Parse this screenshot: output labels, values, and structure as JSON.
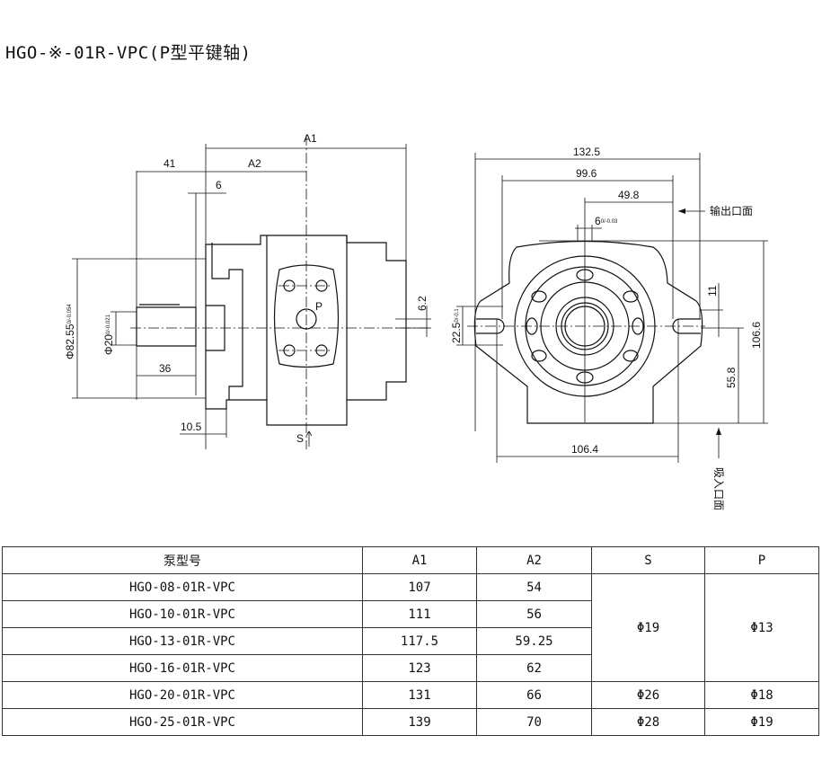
{
  "title": "HGO-※-01R-VPC(P型平键轴)",
  "side_view": {
    "a1": "A1",
    "a2": "A2",
    "d41": "41",
    "d6": "6",
    "d82": "Φ82.55",
    "d82_tol": "0/-0.054",
    "d20": "Φ20",
    "d20_tol": "0/-0.021",
    "d36": "36",
    "d10_5": "10.5",
    "d6_2": "6.2",
    "port_p": "P",
    "port_s": "S"
  },
  "front_view": {
    "d132_5": "132.5",
    "d99_6": "99.6",
    "d49_8": "49.8",
    "d6": "6",
    "d6_tol": "0/-0.03",
    "outlet_face": "输出口面",
    "inlet_face": "吸入口面",
    "d22_5": "22.5",
    "d22_5_tol": "0/-0.1",
    "d11": "11",
    "d106_6": "106.6",
    "d55_8": "55.8",
    "d106_4": "106.4"
  },
  "table": {
    "headers": [
      "泵型号",
      "A1",
      "A2",
      "S",
      "P"
    ],
    "rows": [
      [
        "HGO-08-01R-VPC",
        "107",
        "54"
      ],
      [
        "HGO-10-01R-VPC",
        "111",
        "56"
      ],
      [
        "HGO-13-01R-VPC",
        "117.5",
        "59.25"
      ],
      [
        "HGO-16-01R-VPC",
        "123",
        "62"
      ],
      [
        "HGO-20-01R-VPC",
        "131",
        "66"
      ],
      [
        "HGO-25-01R-VPC",
        "139",
        "70"
      ]
    ],
    "s_merged": "Φ19",
    "p_merged": "Φ13",
    "s_row5": "Φ26",
    "p_row5": "Φ18",
    "s_row6": "Φ28",
    "p_row6": "Φ19"
  }
}
